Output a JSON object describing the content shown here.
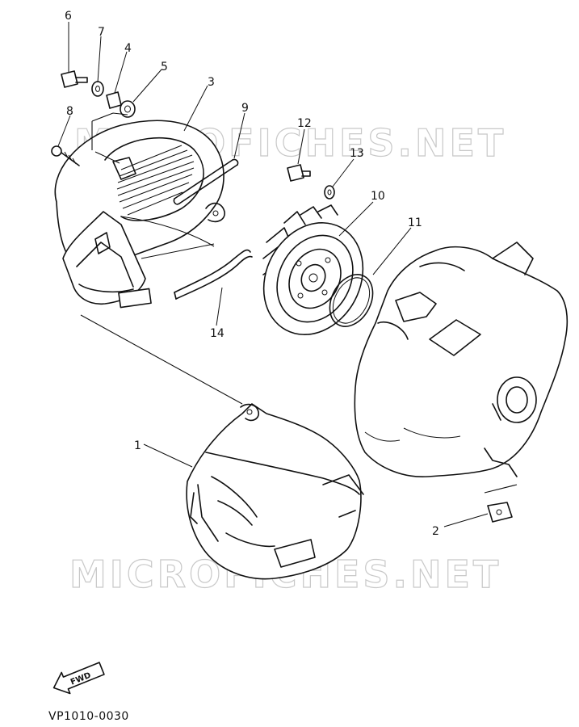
{
  "watermark": "MICROFICHES.NET",
  "diagram_code": "VP1010-0030",
  "fwd_label": "FWD",
  "callouts": {
    "c1": "1",
    "c2": "2",
    "c3": "3",
    "c4": "4",
    "c5": "5",
    "c6": "6",
    "c7": "7",
    "c8": "8",
    "c9": "9",
    "c10": "10",
    "c11": "11",
    "c12": "12",
    "c13": "13",
    "c14": "14"
  }
}
